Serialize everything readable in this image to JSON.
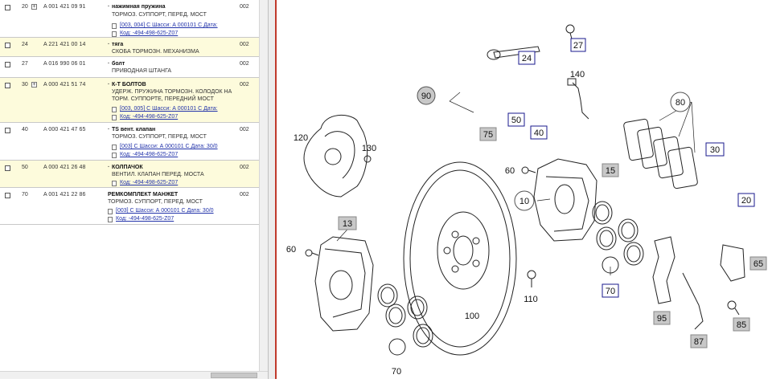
{
  "parts": [
    {
      "pos": "20",
      "expand": "+",
      "number": "A 001 421 09 91",
      "name": "нажимная пружина",
      "desc": [
        "ТОРМОЗ. СУППОРТ, ПЕРЕД. МОСТ"
      ],
      "qty": "002",
      "links": [
        "[003, 004] С Шасси: А 000101 С Дата:",
        "Код: -494-498-625-Z07"
      ]
    },
    {
      "pos": "24",
      "expand": "",
      "number": "A 221 421 00 14",
      "name": "тяга",
      "desc": [
        "СКОБА ТОРМОЗН. МЕХАНИЗМА"
      ],
      "qty": "002",
      "links": []
    },
    {
      "pos": "27",
      "expand": "",
      "number": "A 016 990 06 01",
      "name": "болт",
      "desc": [
        "ПРИВОДНАЯ ШТАНГА"
      ],
      "qty": "002",
      "links": []
    },
    {
      "pos": "30",
      "expand": "+",
      "number": "A 000 421 51 74",
      "name": "К-Т БОЛТОВ",
      "desc": [
        "УДЕРЖ. ПРУЖИНА ТОРМОЗН. КОЛОДОК НА",
        "ТОРМ. СУППОРТЕ, ПЕРЕДНИЙ МОСТ"
      ],
      "qty": "002",
      "links": [
        "[003, 005] С Шасси: А 000101 С Дата:",
        "Код: -494-498-625-Z07"
      ]
    },
    {
      "pos": "40",
      "expand": "",
      "number": "A 000 421 47 65",
      "name": "TS вент. клапан",
      "desc": [
        "ТОРМОЗ. СУППОРТ, ПЕРЕД. МОСТ"
      ],
      "qty": "002",
      "links": [
        "[003] С Шасси: А 000101 С Дата: 30/0",
        "Код: -494-498-625-Z07"
      ]
    },
    {
      "pos": "50",
      "expand": "",
      "number": "A 000 421 26 48",
      "name": "КОЛПАЧОК",
      "desc": [
        "ВЕНТИЛ. КЛАПАН ПЕРЕД. МОСТА"
      ],
      "qty": "002",
      "links": [
        "Код: -494-498-625-Z07"
      ]
    },
    {
      "pos": "70",
      "expand": "",
      "number": "A 001 421 22 86",
      "name": "РЕМКОМПЛЕКТ МАНЖЕТ",
      "desc": [
        "ТОРМОЗ. СУППОРТ, ПЕРЕД. МОСТ"
      ],
      "qty": "002",
      "links": [
        "[003] С Шасси: А 000101 С Дата: 30/0",
        "Код: -494-498-625-Z07"
      ]
    }
  ],
  "diagram": {
    "callouts_boxed": [
      "27",
      "24",
      "15",
      "30",
      "20",
      "40",
      "50",
      "75",
      "70",
      "95",
      "87",
      "85",
      "65"
    ],
    "callouts_circled": [
      "90",
      "80",
      "10",
      "13"
    ],
    "callouts_plain": [
      "140",
      "120",
      "130",
      "60",
      "60",
      "100",
      "110",
      "70"
    ]
  },
  "colors": {
    "highlight_row": "#fdfbdc",
    "link": "#2233aa",
    "divider_accent": "#c0392b",
    "callout_fill": "#c8c8c8",
    "callout_border": "#1a1a8c"
  }
}
